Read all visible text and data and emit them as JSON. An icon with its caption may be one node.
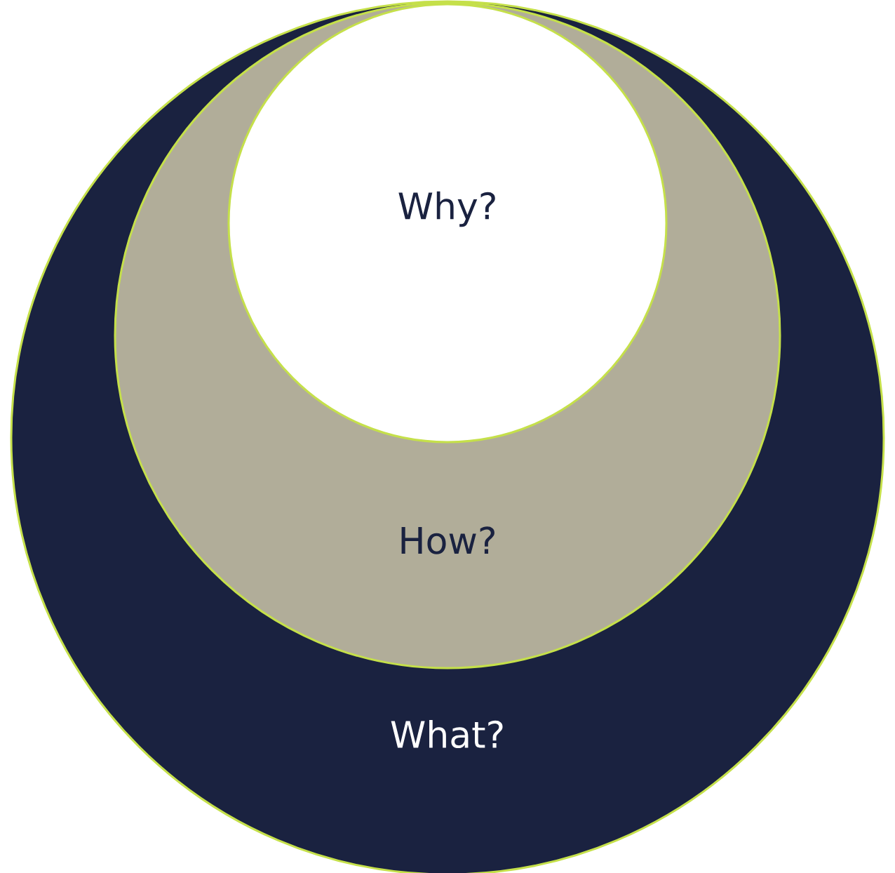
{
  "diagram": {
    "nodes": [
      {
        "text": [
          "What?"
        ]
      },
      {
        "text": [
          "How?"
        ],
        "in": 0
      },
      {
        "text": [
          "Why?"
        ],
        "in": 1
      }
    ]
  }
}
